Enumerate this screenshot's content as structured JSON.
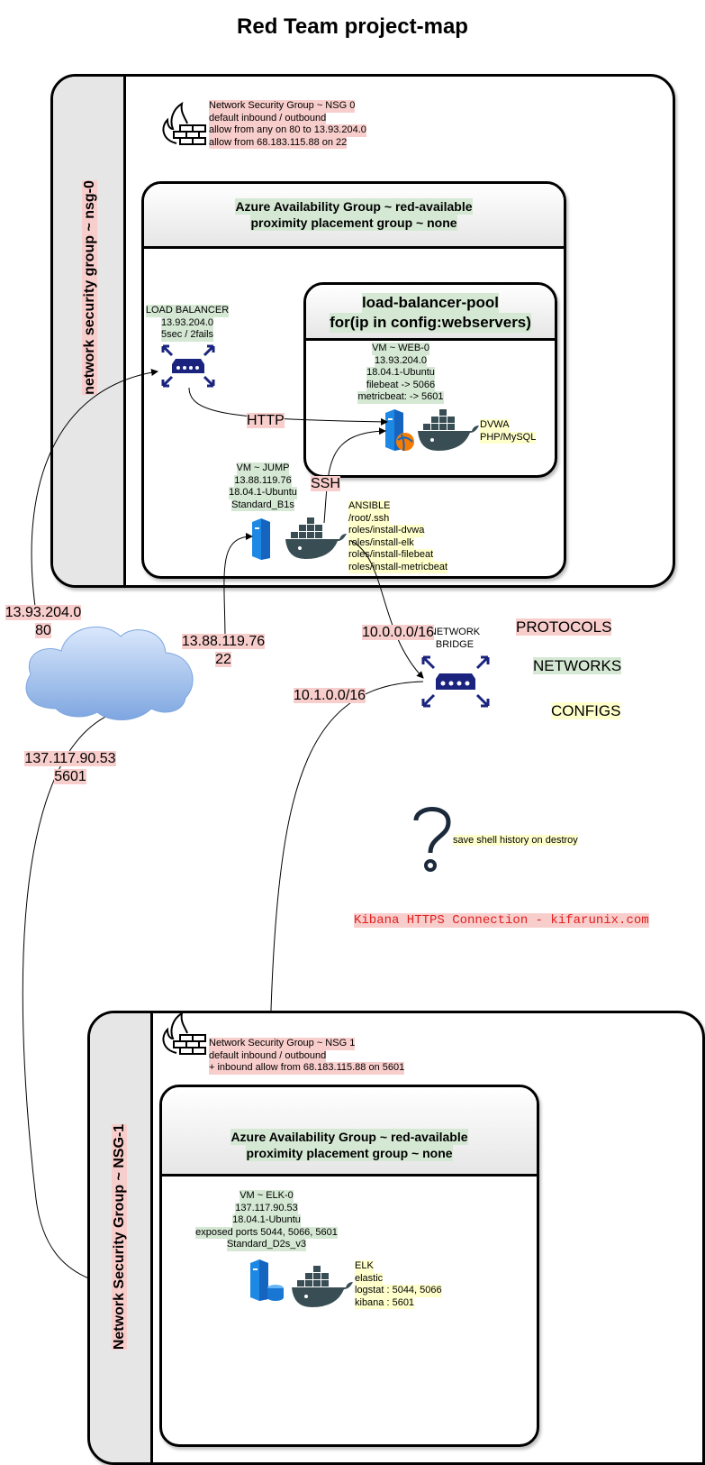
{
  "title": "Red Team project-map",
  "nsg0": {
    "side_label": "network security group ~ nsg-0",
    "info": [
      "Network Security Group ~ NSG 0",
      "default inbound / outbound",
      "allow from any on 80 to 13.93.204.0",
      "allow from 68.183.115.88 on 22"
    ]
  },
  "ag0": {
    "lines": [
      "Azure Availability Group ~ red-available",
      "proximity placement group ~ none"
    ]
  },
  "load_balancer": {
    "lines": [
      "LOAD BALANCER",
      "13.93.204.0",
      "5sec / 2fails"
    ]
  },
  "pool": {
    "header": [
      "load-balancer-pool",
      "for(ip in config:webservers)"
    ],
    "vm_lines": [
      "VM ~ WEB-0",
      "13.93.204.0",
      "18.04.1-Ubuntu",
      "filebeat  -> 5066",
      "metricbeat: -> 5601"
    ],
    "app_lines": [
      "DVWA",
      "PHP/MySQL"
    ]
  },
  "jump": {
    "lines": [
      "VM ~ JUMP",
      "13.88.119.76",
      "18.04.1-Ubuntu",
      "Standard_B1s"
    ]
  },
  "ansible": {
    "lines": [
      "ANSIBLE",
      "/root/.ssh",
      "roles/install-dvwa",
      "roles/install-elk",
      "roles/install-filebeat",
      "roles/install-metricbeat"
    ]
  },
  "edges": {
    "http": "HTTP",
    "ssh": "SSH",
    "cloud_left": [
      "13.93.204.0",
      "80"
    ],
    "cloud_jump": [
      "13.88.119.76",
      "22"
    ],
    "cloud_elk": [
      "137.117.90.53",
      "5601"
    ],
    "net_a": "10.0.0.0/16",
    "net_b": "10.1.0.0/16"
  },
  "bridge": {
    "lines": [
      "NETWORK",
      "BRIDGE"
    ]
  },
  "legend": {
    "protocols": "PROTOCOLS",
    "networks": "NETWORKS",
    "configs": "CONFIGS"
  },
  "help": {
    "text": "save shell history on destroy"
  },
  "kibana": "Kibana HTTPS Connection - kifarunix.com",
  "nsg1": {
    "side_label": "Network Security Group ~ NSG-1",
    "info": [
      "Network Security Group ~ NSG 1",
      "default inbound / outbound",
      "+ inbound allow from 68.183.115.88 on 5601"
    ]
  },
  "ag1": {
    "lines": [
      "Azure Availability Group ~ red-available",
      "proximity placement group ~ none"
    ]
  },
  "elk_vm": {
    "lines": [
      "VM ~ ELK-0",
      "137.117.90.53",
      "18.04.1-Ubuntu",
      "exposed ports 5044, 5066, 5601",
      "Standard_D2s_v3"
    ]
  },
  "elk_app": {
    "lines": [
      "ELK",
      "elastic",
      "logstat : 5044, 5066",
      "kibana : 5601"
    ]
  },
  "colors": {
    "protocol": "#f8cecc",
    "network": "#d5e8d4",
    "config": "#ffffcc",
    "azure_blue": "#1a237e",
    "whale": "#384d54"
  },
  "icons": [
    "firewall-icon",
    "router-icon",
    "server-icon",
    "docker-icon",
    "cloud-icon",
    "question-icon"
  ]
}
